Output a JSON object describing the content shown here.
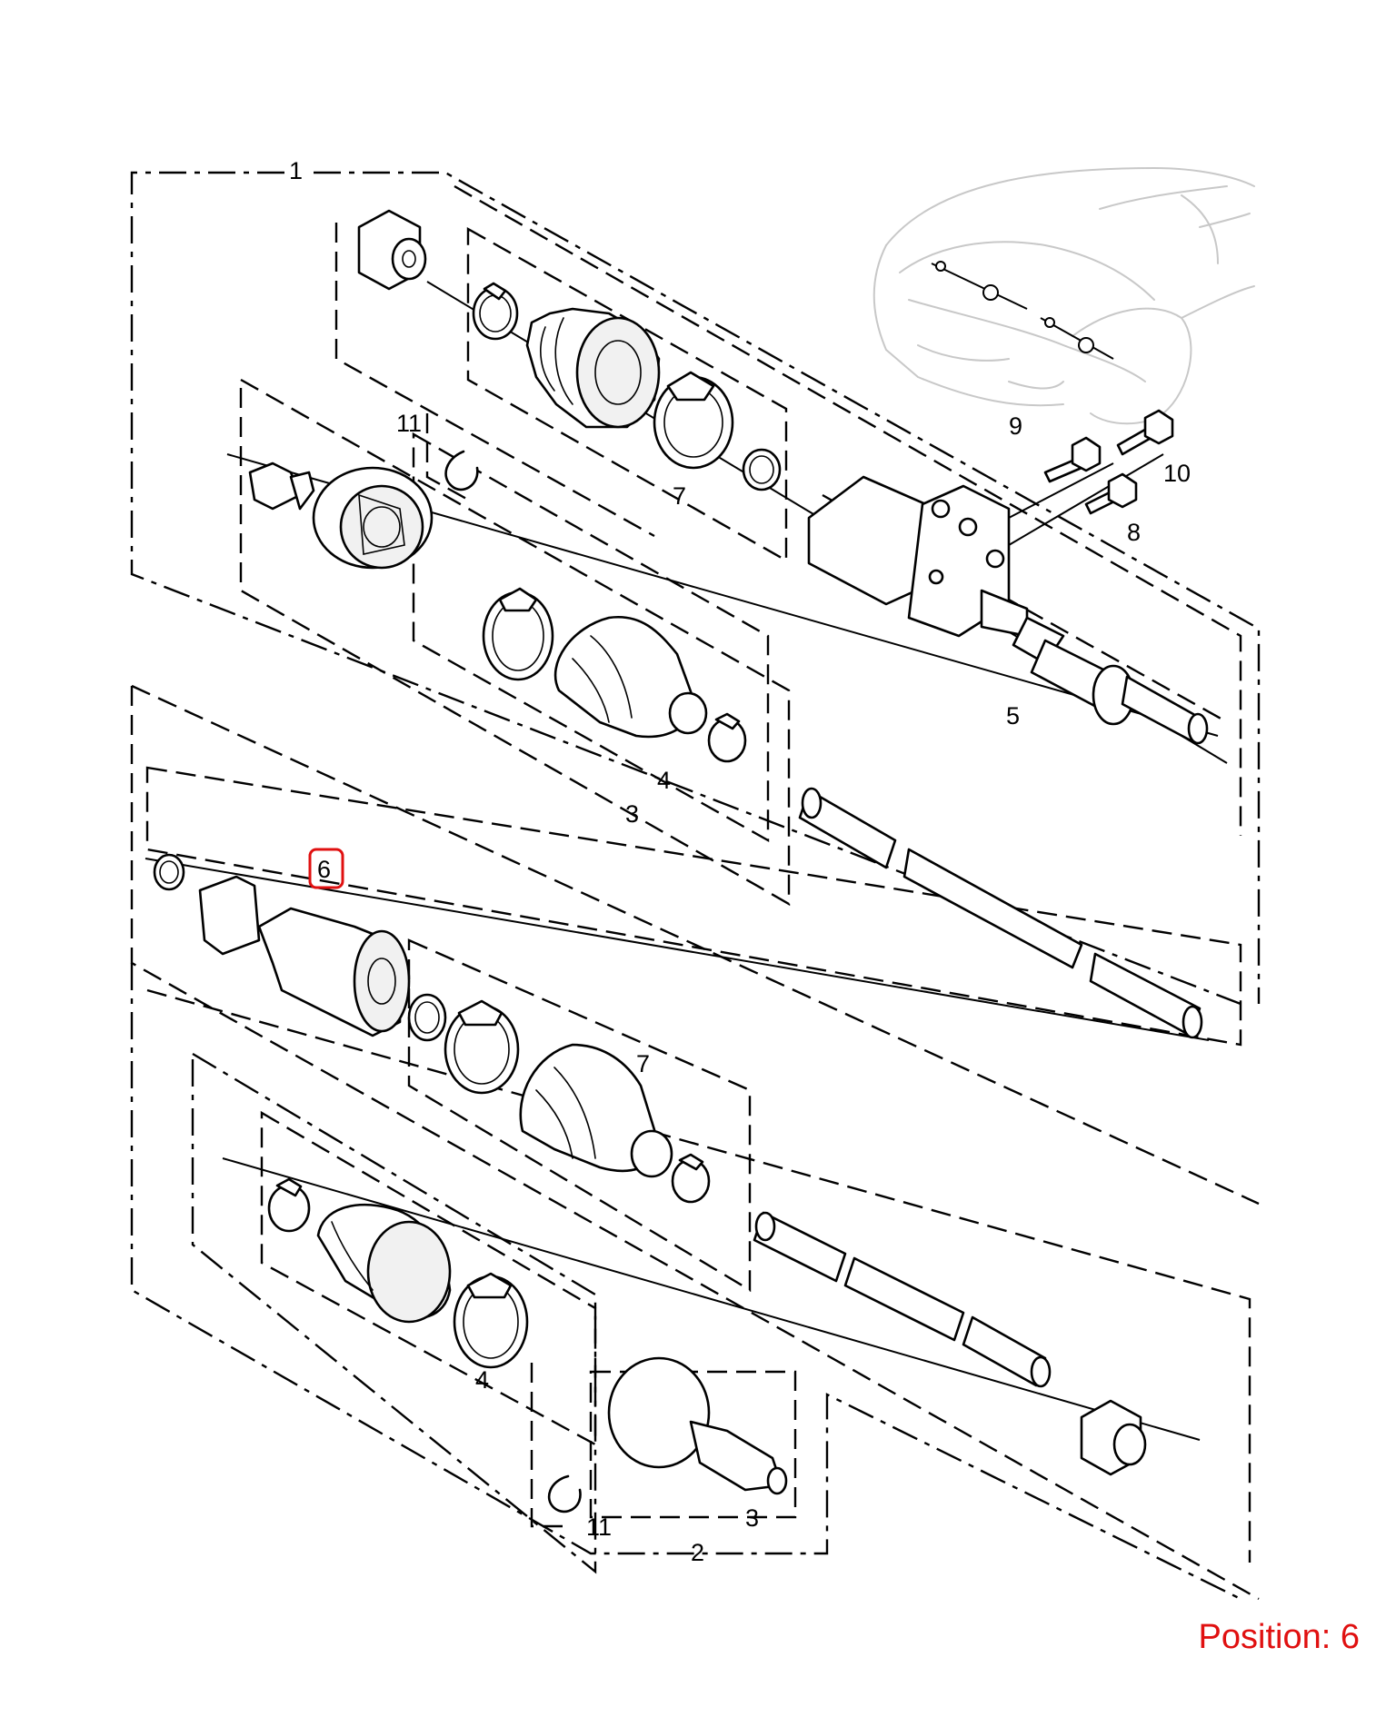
{
  "diagram": {
    "callouts": {
      "c1": "1",
      "c2": "2",
      "c3_upper": "3",
      "c3_lower": "3",
      "c4_upper": "4",
      "c4_lower": "4",
      "c5": "5",
      "c6": "6",
      "c7_upper": "7",
      "c7_lower": "7",
      "c8": "8",
      "c9": "9",
      "c10": "10",
      "c11_upper": "11",
      "c11_lower": "11"
    },
    "highlighted_callout": "6",
    "highlight_color": "#e01010",
    "position_label": "Position: 6",
    "position_label_color": "#e01010",
    "line_color": "#000000",
    "car_sketch_color": "#c8c8c8"
  }
}
